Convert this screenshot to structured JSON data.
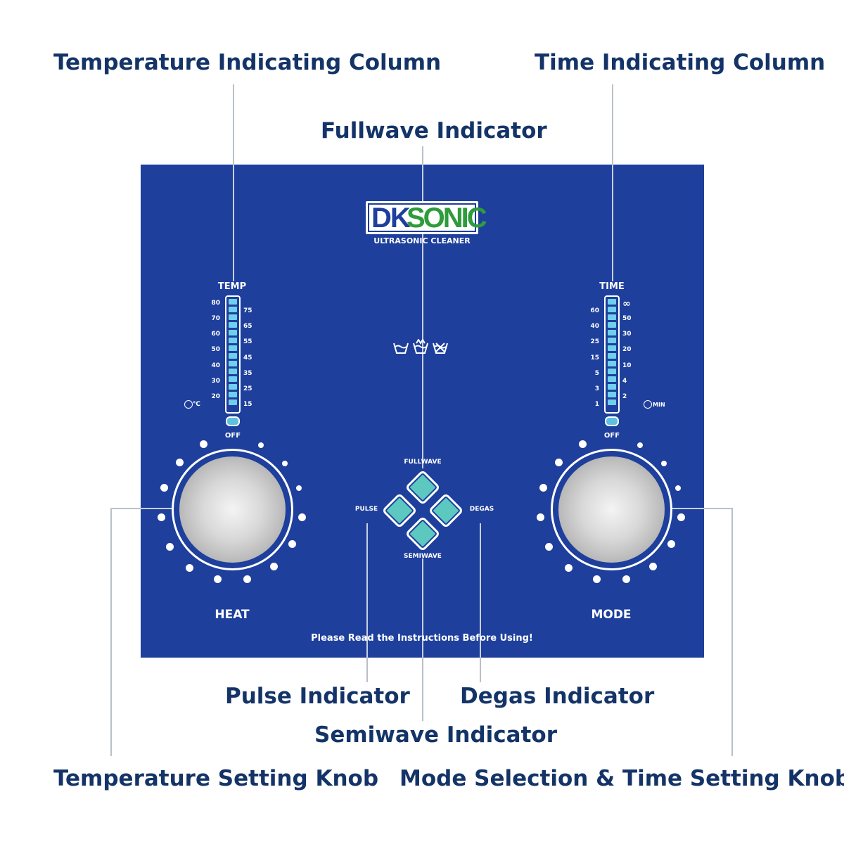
{
  "callouts": {
    "temp_column": "Temperature Indicating Column",
    "time_column": "Time Indicating Column",
    "fullwave": "Fullwave Indicator",
    "pulse": "Pulse Indicator",
    "degas": "Degas Indicator",
    "semiwave": "Semiwave Indicator",
    "temp_knob": "Temperature Setting Knob",
    "mode_knob": "Mode Selection & Time Setting Knob"
  },
  "panel": {
    "brand_dk": "DK",
    "brand_sonic": "SONIC",
    "brand_sub": "ULTRASONIC CLEANER",
    "temp_title": "TEMP",
    "time_title": "TIME",
    "off": "OFF",
    "temp_unit": "℃",
    "time_unit": "MIN",
    "temp_left_ticks": [
      "80",
      "70",
      "60",
      "50",
      "40",
      "30",
      "20"
    ],
    "temp_right_ticks": [
      "75",
      "65",
      "55",
      "45",
      "35",
      "25",
      "15"
    ],
    "time_left_ticks": [
      "60",
      "40",
      "25",
      "15",
      "5",
      "3",
      "1"
    ],
    "time_right_ticks": [
      "∞",
      "50",
      "30",
      "20",
      "10",
      "4",
      "2"
    ],
    "fullwave": "FULLWAVE",
    "pulse": "PULSE",
    "degas": "DEGAS",
    "semiwave": "SEMIWAVE",
    "heat": "HEAT",
    "mode": "MODE",
    "notice": "Please Read the Instructions Before Using!"
  },
  "colors": {
    "panel": "#1e3f9c",
    "callout_text": "#143468",
    "led": "#6fd0ee",
    "button": "#5cc8c0",
    "brand_green": "#2e9b3c"
  }
}
